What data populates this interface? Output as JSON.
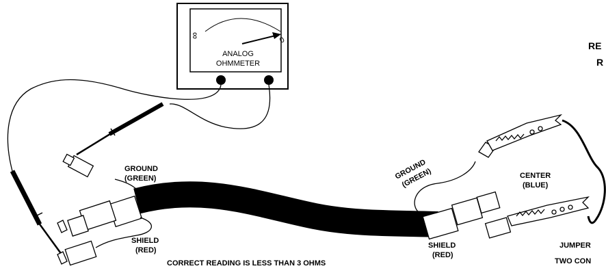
{
  "meter": {
    "infinity_symbol": "∞",
    "zero_symbol": "0",
    "name_line1": "ANALOG",
    "name_line2": "OHMMETER"
  },
  "labels": {
    "ground_left_1": "GROUND",
    "ground_left_2": "(GREEN)",
    "shield_left_1": "SHIELD",
    "shield_left_2": "(RED)",
    "ground_right_1": "GROUND",
    "ground_right_2": "(GREEN)",
    "center_1": "CENTER",
    "center_2": "(BLUE)",
    "shield_right_1": "SHIELD",
    "shield_right_2": "(RED)",
    "jumper_1": "JUMPER",
    "jumper_2": "TWO CON",
    "right_top_1": "RE",
    "right_top_2": "R",
    "correct_reading": "CORRECT READING  IS LESS THAN 3 OHMS"
  }
}
